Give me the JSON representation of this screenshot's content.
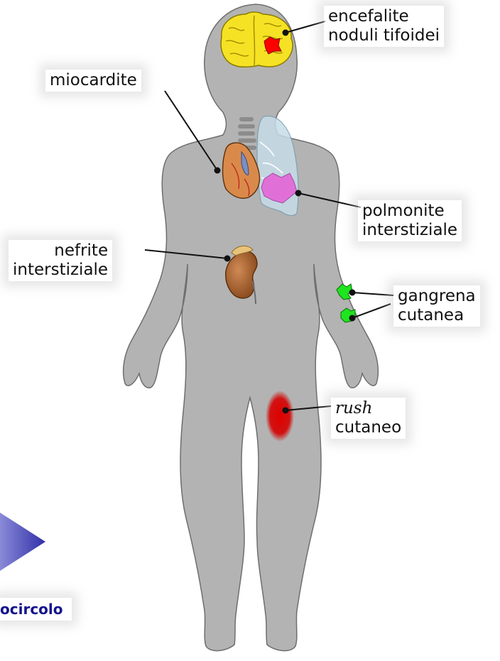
{
  "labels": {
    "encefalite_line1": "encefalite",
    "encefalite_line2": "noduli tifoidei",
    "miocardite": "miocardite",
    "polmonite_line1": "polmonite",
    "polmonite_line2": "interstiziale",
    "nefrite_line1": "nefrite",
    "nefrite_line2": "interstiziale",
    "gangrena_line1": "gangrena",
    "gangrena_line2": "cutanea",
    "rush_line1": "rush",
    "rush_line2": "cutaneo"
  },
  "footer": {
    "text": "ocircolo"
  },
  "colors": {
    "body": "#b3b3b3",
    "body_outline": "#6e6e6e",
    "brain": "#f5e224",
    "lesion_red": "#ff0000",
    "lung": "#c6dde8",
    "lung_lesion": "#e070d8",
    "heart": "#d98a4a",
    "kidney": "#b3672e",
    "gangrene_green": "#1fe51f",
    "rash_red": "#dd0000",
    "arrow": "#4b4bb8",
    "footer_text": "#14148c"
  },
  "icons": {
    "arrow": "right-triangle-arrow"
  }
}
